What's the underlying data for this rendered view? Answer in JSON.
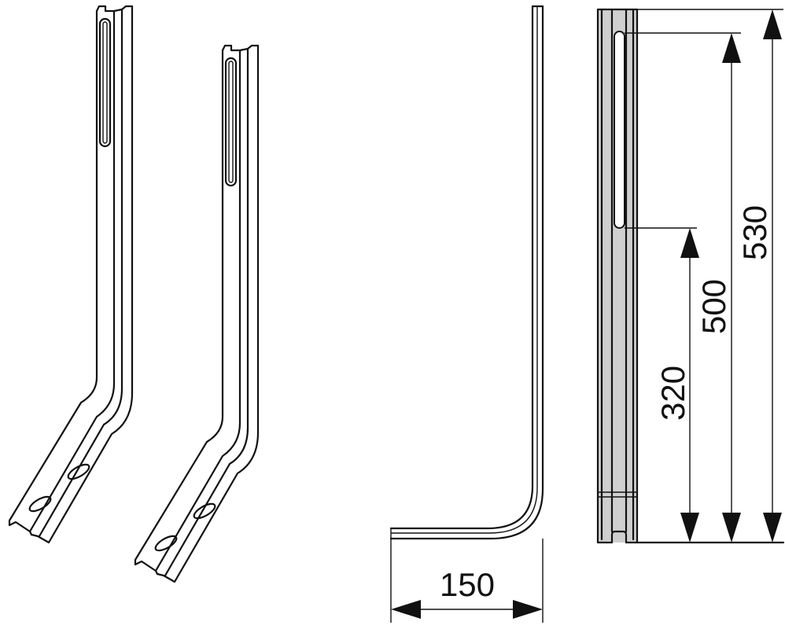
{
  "dimensions": {
    "width_label": "150",
    "height_320": "320",
    "height_500": "500",
    "height_530": "530"
  },
  "colors": {
    "line": "#111111",
    "profile_fill": "#cfcfcf"
  }
}
